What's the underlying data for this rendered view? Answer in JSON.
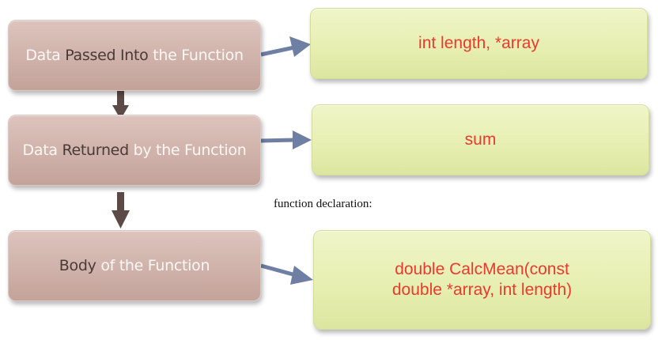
{
  "boxes": {
    "passed": {
      "word1": "Data",
      "word2": "Passed Into",
      "word3": "the Function"
    },
    "returned": {
      "word1": "Data",
      "word2": "Returned",
      "word3": "by the Function"
    },
    "body": {
      "word1": "Body",
      "word2": "of the Function"
    }
  },
  "values": {
    "passed": "int length, *array",
    "returned": "sum",
    "body_line1": "double CalcMean(const",
    "body_line2": "double *array, int length)"
  },
  "caption": "function declaration:",
  "colors": {
    "left_box": "#cfb2aa",
    "right_box": "#e6eeb0",
    "value_text": "#ea3a2e",
    "down_arrow": "#5b4a46",
    "side_arrow": "#6f7fa3"
  }
}
